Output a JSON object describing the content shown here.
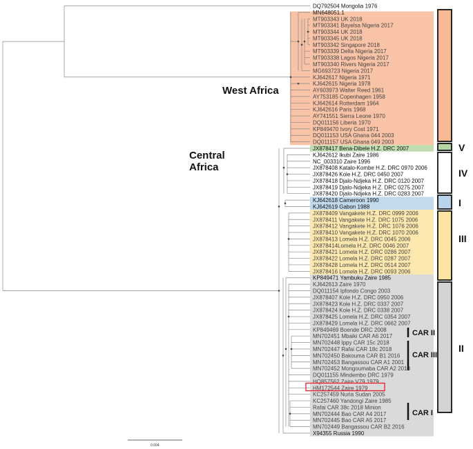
{
  "region_labels": {
    "west_africa": "West Africa",
    "central_africa_line1": "Central",
    "central_africa_line2": "Africa"
  },
  "clades": [
    "V",
    "IV",
    "I",
    "III",
    "II"
  ],
  "subclades": [
    "CAR II",
    "CAR III",
    "CAR I"
  ],
  "scale_bar": "0.004",
  "colors": {
    "clade_west": "#f7b896",
    "clade_V": "#b5d6a2",
    "clade_I": "#b9d3ea",
    "clade_III": "#fbe3a1",
    "clade_II": "#d3d3d3",
    "highlight_box": "#e8202a",
    "tip_text": "#333333"
  },
  "tips": [
    "DQ792504 Mongolia 1976",
    "MN648051.1",
    "MT903343 UK 2018",
    "MT903341 Bayelsa Nigeria 2017",
    "MT903344 UK 2018",
    "MT903345 UK 2018",
    "MT903342 Singapore 2018",
    "MT903339 Delta Nigeria 2017",
    "MT903338 Lagos Nigeria 2017",
    "MT903340 Rivers Nigeria 2017",
    "MG693723 Nigeria 2017",
    "KJ642617 Nigeria 1971",
    "KJ642615 Nigeria 1978",
    "AY603973 Walter Reed 1961",
    "AY753185 Copenhagen 1958",
    "KJ642614 Rotterdam 1964",
    "KJ642616 Paris 1968",
    "AY741551 Sierra Leone 1970",
    "DQ011156 Liberia 1970",
    "KP849470 Ivory Cost 1971",
    "DQ011153 USA Ghana 044 2003",
    "DQ011157 USA Ghana 049 2003",
    "JX878417 Bena-Dibele H.Z. DRC 2007",
    "KJ642612 Ikubi Zaire 1986",
    "NC_003310 Zaire 1996",
    "JX878408 Katalo-Kombe H.Z. DRC 0970 2006",
    "JX878426 Kole H.Z. DRC 0450 2007",
    "JX878418 Djalo-Ndjeka H.Z. DRC 0120 2007",
    "JX878419 Djalo-Ndjeka H.Z. DRC 0275 2007",
    "JX878420 Djalo-Ndjeka H.Z. DRC 0283 2007",
    "KJ642618 Cameroon 1990",
    "KJ642619 Gabon 1988",
    "JX878409 Vangakete H.Z. DRC 0999 2006",
    "JX878411 Vangakete H.Z. DRC 1075 2006",
    "JX878412 Vangakete H.Z. DRC 1076 2006",
    "JX878410 Vangakete H.Z. DRC 1070 2006",
    "JX878413 Lomela H.Z. DRC 0045 2006",
    "JX878414Lomela H.Z. DRC 0046 2007",
    "JX878421 Lomela H.Z. DRC 0286 2007",
    "JX878422 Lomela H.Z. DRC 0287 2007",
    "JX878428 Lomela H.Z. DRC 0514 2007",
    "JX878416 Lomela H.Z. DRC 0093 2006",
    "KP849471 Yambuku Zaire 1985",
    "KJ642613 Zaire 1970",
    "DQ011154 Ipfondo Congo 2003",
    "JX878407 Kole H.Z. DRC 0950 2006",
    "JX878423 Kole H.Z. DRC 0337 2007",
    "JX878424 Kole H.Z. DRC 0338 2007",
    "JX878425 Lomela H.Z. DRC 0354 2007",
    "JX878429 Lomela H.Z. DRC 0662 2007",
    "KP849469 Boende DRC 2008",
    "MN702451 Mbaiki CAR A6 2017",
    "MN702448 Ippy CAR 15c 2018",
    "MN702447 Rafai CAR 18c 2018",
    "MN702450 Bakouma CAR B1 2016",
    "MN702453 Bangassou CAR A1 2001",
    "MN702452 Mongoumaba CAR A2 2010",
    "DQ011155 Mindembo DRC 1979",
    "HQ857562 Zaire V79 1979",
    "HM172544 Zaire 1979",
    "KC257459 Nuria Sudan 2005",
    "KC257460 Yandongi Zaire 1985",
    "Rafai CAR 38c 2018 Minion",
    "MN702444 Bao CAR A4 2017",
    "MN702445 Bao CAR A5 2017",
    "MN702449 Bangassou CAR B2 2016",
    "X94355 Russia 1990"
  ]
}
